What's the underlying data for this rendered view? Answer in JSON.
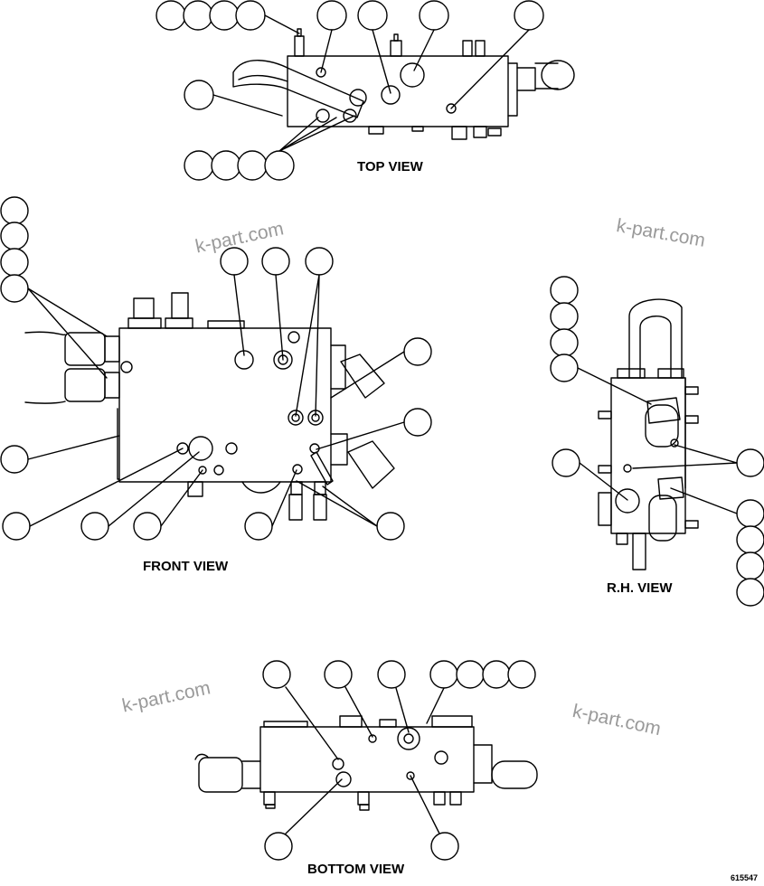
{
  "views": {
    "top": "TOP VIEW",
    "front": "FRONT VIEW",
    "rh": "R.H. VIEW",
    "bottom": "BOTTOM VIEW"
  },
  "watermark": "k-part.com",
  "figure_code": "615547"
}
